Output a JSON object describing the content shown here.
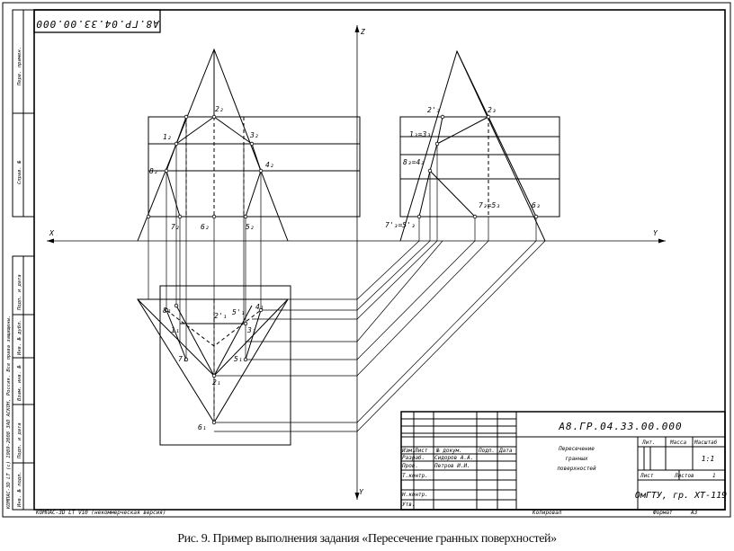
{
  "caption": "Рис. 9. Пример выполнения задания «Пересечение гранных поверхностей»",
  "drawing": {
    "code_top": "А8.ГР.04.33.00.000",
    "axes": {
      "x": "X",
      "y_right": "Y",
      "y_bottom": "Y",
      "z": "Z"
    },
    "points_front": [
      "1₂",
      "2₂",
      "3₂",
      "4₂",
      "8₂",
      "7₂",
      "6₂",
      "5₂"
    ],
    "points_profile": [
      "2'₃",
      "2₃",
      "1₃=3₃",
      "8₃=4₃",
      "7₃=5₃",
      "6₃",
      "7'₃=5'₃"
    ],
    "points_plan": [
      "8₁",
      "1₁",
      "2'₁",
      "5'₁",
      "3₁",
      "4₁",
      "7₁",
      "5₁",
      "2₁",
      "6₁"
    ],
    "side_strip": {
      "perv_primen": "Перв. примен.",
      "sprav": "Справ. №",
      "podp_data1": "Подп. и дата",
      "inv_dubl": "Инв. № дубл.",
      "vzam_inv": "Взам. инв. №",
      "podp_data2": "Подп. и дата",
      "inv_podl": "Инв. № подл.",
      "copyright": "КОМПАС-3D LT (с) 1989-2008 ЗАО АСКОН, Россия. Все права защищены."
    },
    "title_block": {
      "code": "А8.ГР.04.33.00.000",
      "name": "Пересечение\nгранных\nповерхностей",
      "org": "ОмГТУ, гр. ХТ-119",
      "lit": "Лит.",
      "massa": "Масса",
      "masshtab": "Масштаб",
      "scale": "1:1",
      "list": "Лист",
      "listov": "Листов",
      "listov_val": "1",
      "izm": "Изм.",
      "list_col": "Лист",
      "n_dokum": "№ докум.",
      "podp": "Подп.",
      "data": "Дата",
      "razrab": "Разраб.",
      "razrab_name": "Сидоров А.А.",
      "prov": "Пров.",
      "prov_name": "Петров И.И.",
      "tkontr": "Т.контр.",
      "nkontr": "Н.контр.",
      "utv": "Утв."
    },
    "footer": {
      "kompas": "КОМПАС-3D LT V10 (некоммерческая версия)",
      "kopiroval": "Копировал",
      "format": "Формат",
      "format_val": "А3"
    }
  }
}
